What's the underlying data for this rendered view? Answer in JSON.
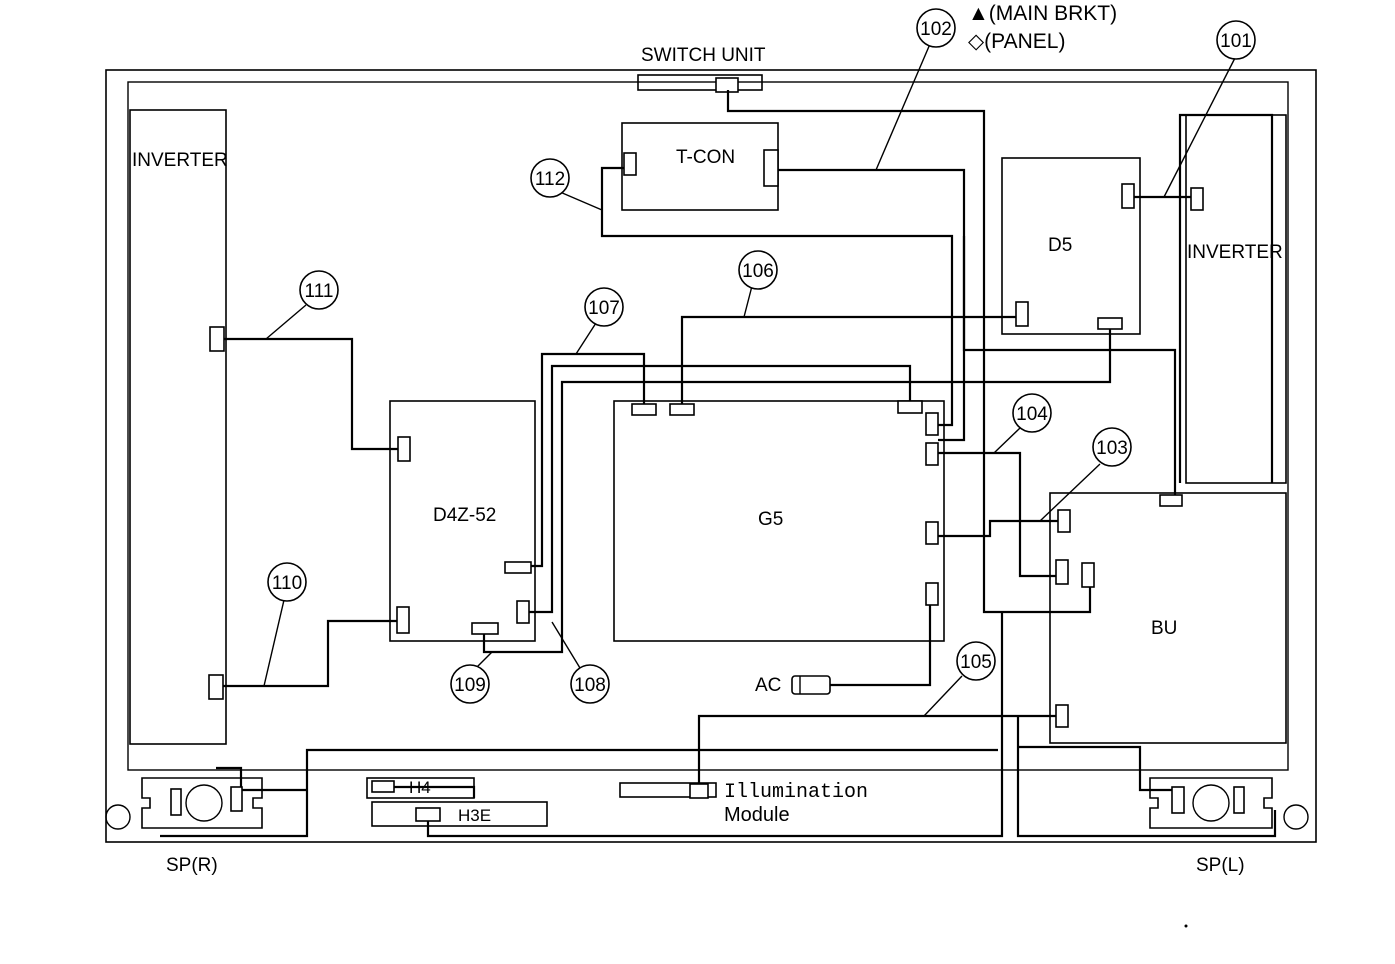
{
  "legend": {
    "main_brkt": "▲(MAIN BRKT)",
    "panel": "◇(PANEL)"
  },
  "boards": {
    "switch_unit": "SWITCH UNIT",
    "inverter_left": "INVERTER",
    "inverter_right": "INVERTER",
    "tcon": "T-CON",
    "d5": "D5",
    "d4z": "D4Z-52",
    "g5": "G5",
    "bu": "BU",
    "ac": "AC",
    "h4": "H4",
    "h3e": "H3E",
    "illumination_line1": "Illumination",
    "illumination_line2": "Module",
    "sp_r": "SP(R)",
    "sp_l": "SP(L)"
  },
  "callouts": [
    "101",
    "102",
    "103",
    "104",
    "105",
    "106",
    "107",
    "108",
    "109",
    "110",
    "111",
    "112"
  ]
}
